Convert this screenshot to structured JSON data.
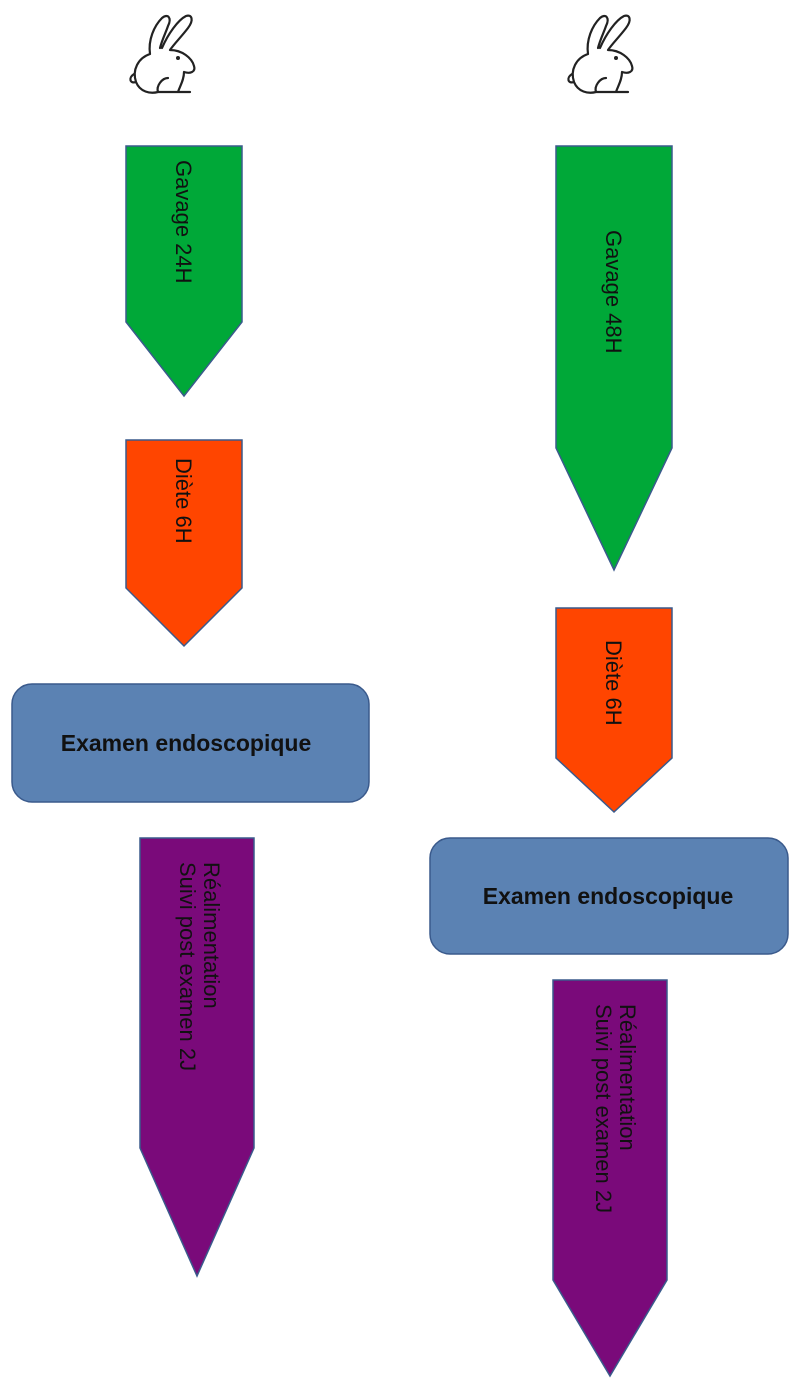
{
  "colors": {
    "gavage": "#00a838",
    "diete": "#ff4500",
    "examen": "#5b82b3",
    "realimentation": "#7a0a7a",
    "outline": "#3a5a8c"
  },
  "icons": [
    "rabbit-icon"
  ],
  "left": {
    "gavage_label": "Gavage 24H",
    "diete_label": "Diète 6H",
    "examen_label": "Examen endoscopique",
    "realim_line1": "Réalimentation",
    "realim_line2": "Suivi post examen 2J"
  },
  "right": {
    "gavage_label": "Gavage 48H",
    "diete_label": "Diète 6H",
    "examen_label": "Examen endoscopique",
    "realim_line1": "Réalimentation",
    "realim_line2": "Suivi post examen 2J"
  }
}
